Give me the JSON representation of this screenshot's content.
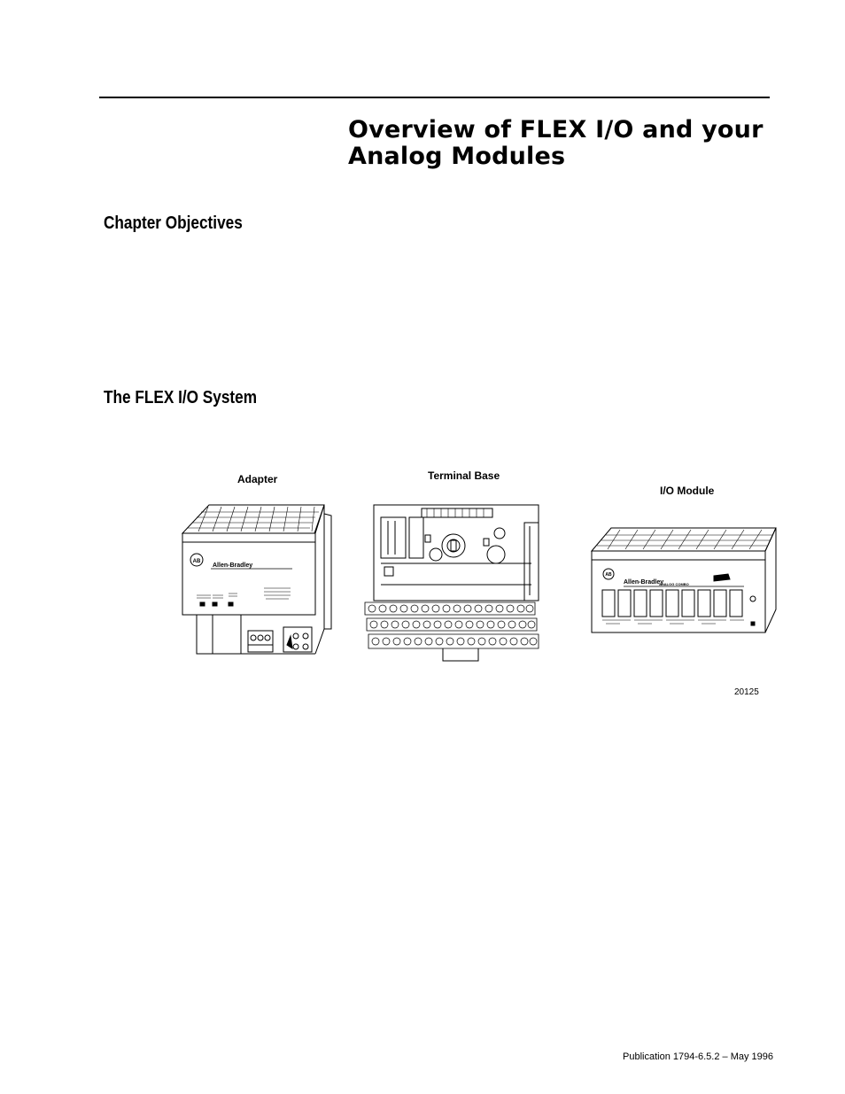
{
  "chapter": {
    "title_line1": "Overview of FLEX I/O and your",
    "title_line2": "Analog Modules"
  },
  "sections": {
    "objectives": "Chapter Objectives",
    "system": "The FLEX I/O System"
  },
  "figure": {
    "adapter_label": "Adapter",
    "terminal_base_label": "Terminal Base",
    "io_module_label": "I/O Module",
    "figure_number": "20125",
    "adapter_brand": "Allen-Bradley",
    "module_brand": "Allen-Bradley",
    "module_subtitle": "ANALOG COMBO",
    "ab_logo": "AB"
  },
  "footer": {
    "publication": "Publication 1794-6.5.2 – May 1996"
  }
}
